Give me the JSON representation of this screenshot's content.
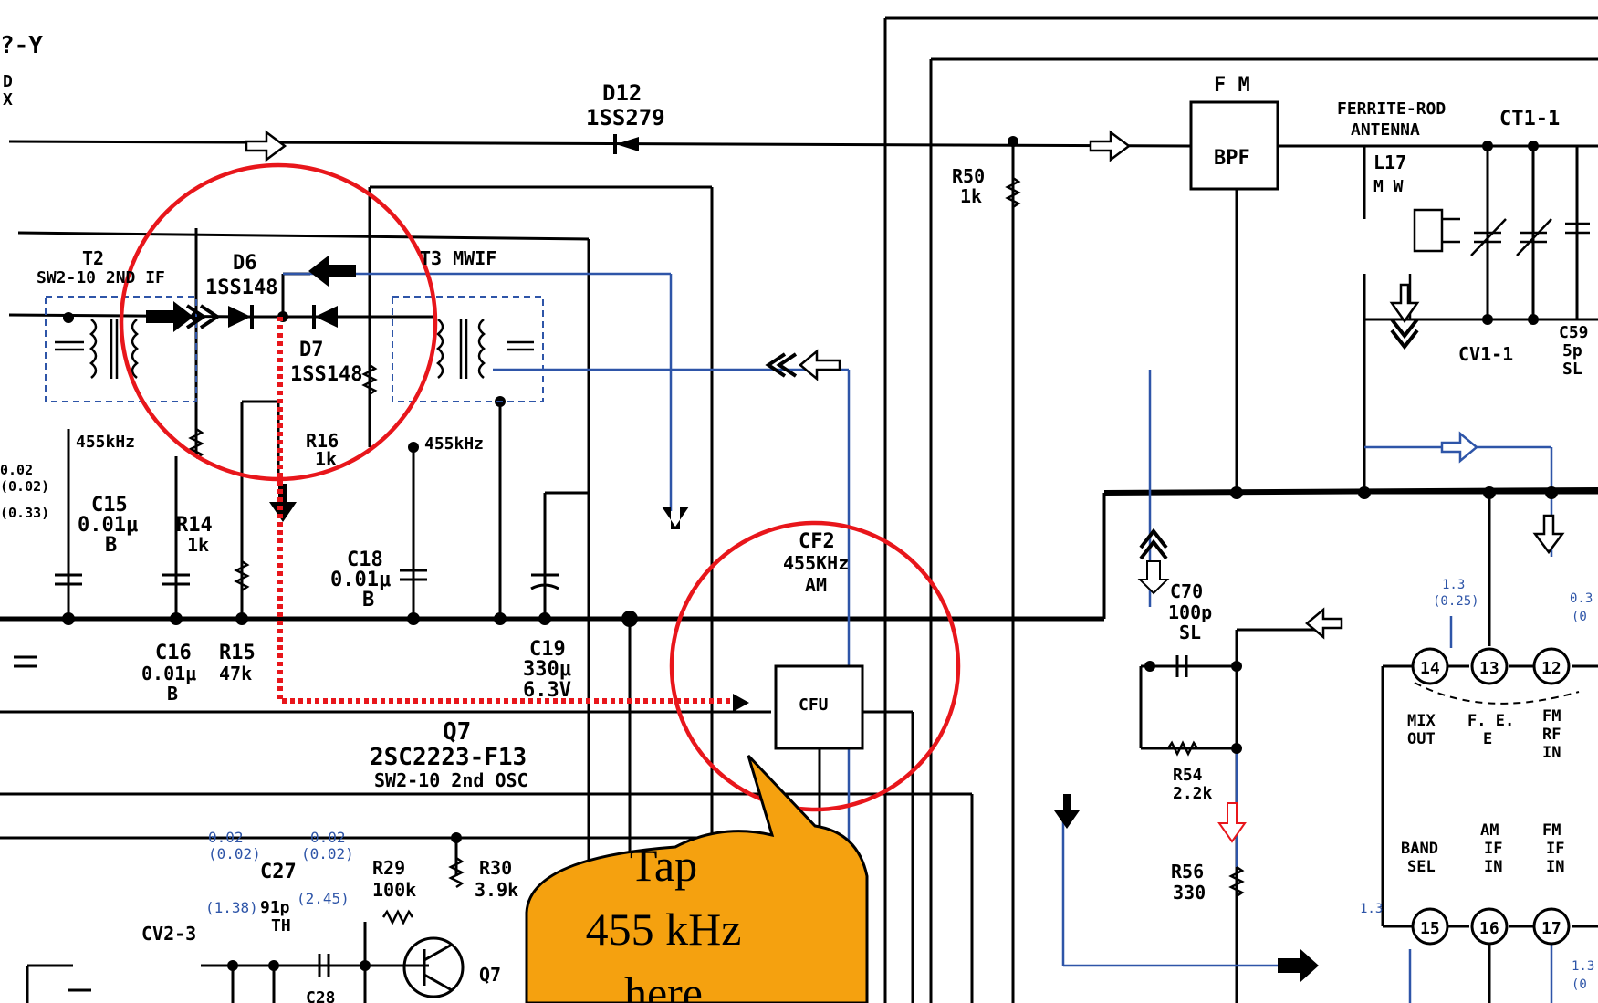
{
  "schematic": {
    "corner": [
      "?-Y",
      "D",
      "X"
    ],
    "d12": {
      "ref": "D12",
      "part": "1SS279"
    },
    "fm_bpf": {
      "label": "F M",
      "box": "BPF"
    },
    "antenna": {
      "line1": "FERRITE-ROD",
      "line2": "ANTENNA"
    },
    "ct1": "CT1-1",
    "l17": {
      "ref": "L17",
      "band": "M W"
    },
    "r50": {
      "ref": "R50",
      "value": "1k"
    },
    "t2": {
      "ref": "T2",
      "desc": "SW2-10 2ND IF",
      "freq": "455kHz"
    },
    "d6": {
      "ref": "D6",
      "part": "1SS148"
    },
    "d7": {
      "ref": "D7",
      "part": "1SS148"
    },
    "t3": {
      "desc": "T3 MWIF",
      "freq": "455kHz"
    },
    "r16": {
      "ref": "R16",
      "value": "1k"
    },
    "left_voltages": [
      "0.02",
      "(0.02)",
      "(0.33)"
    ],
    "c15": {
      "ref": "C15",
      "value": "0.01μ",
      "type": "B"
    },
    "r14": {
      "ref": "R14",
      "value": "1k"
    },
    "c18": {
      "ref": "C18",
      "value": "0.01μ",
      "type": "B"
    },
    "c16": {
      "ref": "C16",
      "value": "0.01μ",
      "type": "B"
    },
    "r15": {
      "ref": "R15",
      "value": "47k"
    },
    "c19": {
      "ref": "C19",
      "value": "330μ",
      "voltage": "6.3V"
    },
    "cf2": {
      "ref": "CF2",
      "freq": "455KHz",
      "band": "AM",
      "box": "CFU"
    },
    "cv1": "CV1-1",
    "c59": {
      "ref": "C59",
      "value": "5p",
      "type": "SL"
    },
    "c70": {
      "ref": "C70",
      "value": "100p",
      "type": "SL"
    },
    "r54": {
      "ref": "R54",
      "value": "2.2k"
    },
    "r56": {
      "ref": "R56",
      "value": "330"
    },
    "q7": {
      "ref": "Q7",
      "part": "2SC2223-F13",
      "desc": "SW2-10 2nd OSC"
    },
    "c27": {
      "ref": "C27",
      "value": "91p",
      "type": "TH"
    },
    "c27_v1": [
      "0.02",
      "(0.02)",
      "(1.38)"
    ],
    "c27_v2": [
      "0.02",
      "(0.02)",
      "(2.45)"
    ],
    "r29": {
      "ref": "R29",
      "value": "100k"
    },
    "r30": {
      "ref": "R30",
      "value": "3.9k"
    },
    "cv2": "CV2-3",
    "c28": "C28",
    "q7_symbol": "Q7",
    "pins": {
      "p14": "14",
      "p13": "13",
      "p12": "12",
      "p15": "15",
      "p16": "16",
      "p17": "17"
    },
    "pin_labels": {
      "mix": [
        "MIX",
        "OUT"
      ],
      "fe": [
        "F. E.",
        "E"
      ],
      "fmrf": [
        "FM",
        "RF",
        "IN"
      ],
      "band": [
        "BAND",
        "SEL"
      ],
      "amif": [
        "AM",
        "IF",
        "IN"
      ],
      "fmif": [
        "FM",
        "IF",
        "IN"
      ]
    },
    "v_right1": [
      "1.3",
      "(0.25)"
    ],
    "v_right2": [
      "0.3",
      "(0"
    ],
    "v_right3": [
      "1.3",
      "(0"
    ],
    "v_right4": "1.3"
  },
  "callout": {
    "lines": [
      "Tap",
      "455 kHz",
      "here"
    ],
    "fill": "#f5a10f"
  },
  "colors": {
    "highlight_circle": "#e8161b",
    "tap_path": "#e8161b",
    "wire_blue": "#2e55a8"
  }
}
